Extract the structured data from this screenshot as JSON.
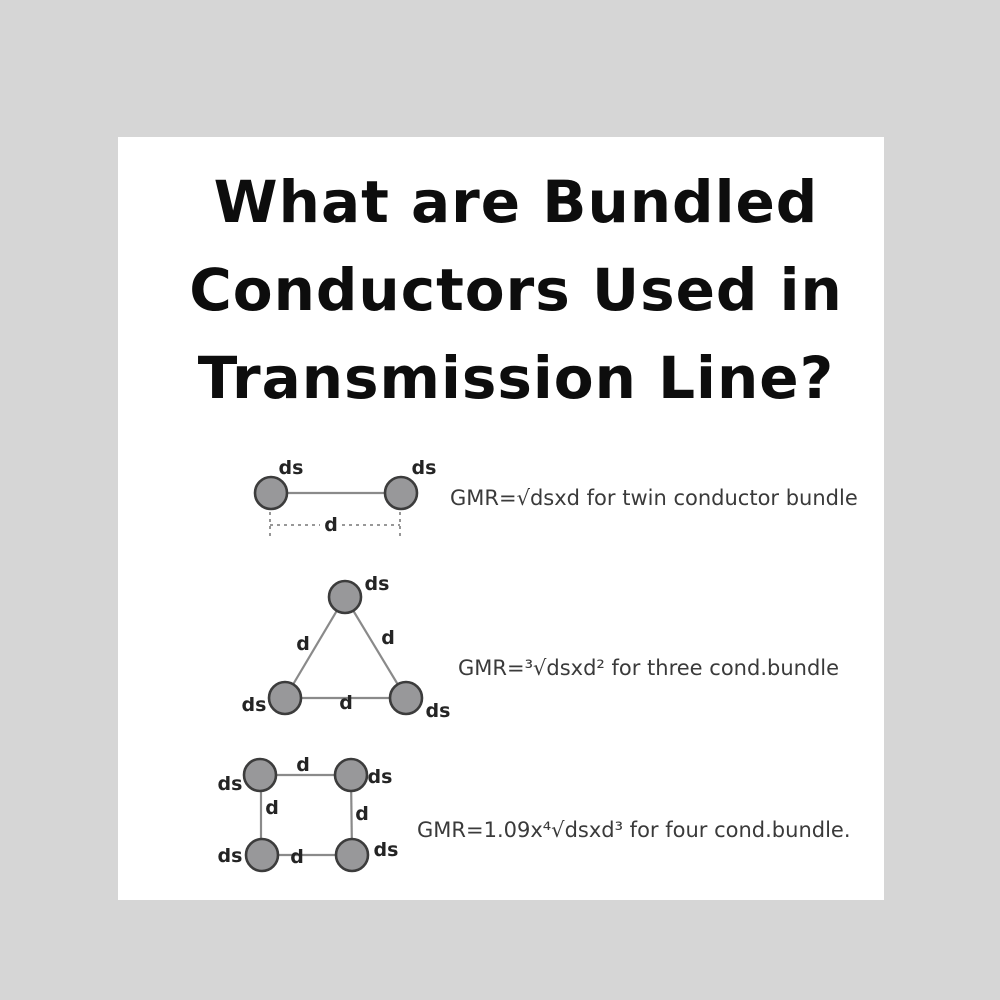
{
  "colors": {
    "page_background": "#d6d6d6",
    "card_background": "#ffffff",
    "title_color": "#0d0d0d",
    "conductor_fill": "#98989a",
    "conductor_stroke": "#3c3c3c",
    "line_color": "#8a8a8a",
    "label_color": "#242424",
    "formula_color": "#3a3a3a"
  },
  "title": {
    "line1": "What are Bundled",
    "line2": "Conductors Used in",
    "line3": "Transmission Line?"
  },
  "twin_bundle": {
    "ds_left": "ds",
    "ds_right": "ds",
    "d": "d",
    "formula": "GMR=√dsxd for twin conductor bundle"
  },
  "three_bundle": {
    "ds_top": "ds",
    "ds_bottom_left": "ds",
    "ds_bottom_right": "ds",
    "d_left": "d",
    "d_right": "d",
    "d_bottom": "d",
    "formula": "GMR=³√dsxd² for three cond.bundle"
  },
  "four_bundle": {
    "ds_top_left": "ds",
    "ds_top_right": "ds",
    "ds_bottom_left": "ds",
    "ds_bottom_right": "ds",
    "d_top": "d",
    "d_left": "d",
    "d_right": "d",
    "d_bottom": "d",
    "formula": "GMR=1.09x⁴√dsxd³ for four cond.bundle."
  }
}
